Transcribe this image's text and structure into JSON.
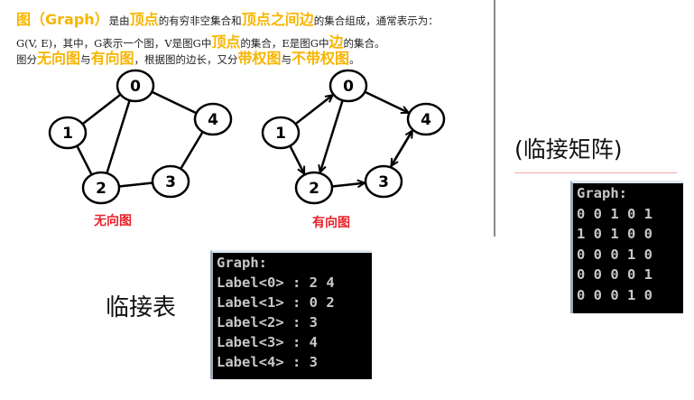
{
  "intro": {
    "line1": [
      {
        "t": "图（Graph）",
        "h": true
      },
      {
        "t": "是由",
        "h": false
      },
      {
        "t": "顶点",
        "h": true
      },
      {
        "t": "的有穷非空集合和",
        "h": false
      },
      {
        "t": "顶点之间边",
        "h": true
      },
      {
        "t": "的集合组成，通常表示为：",
        "h": false
      }
    ],
    "line2": [
      {
        "t": "G(V, E)，其中，G表示一个图，V是图G中",
        "h": false
      },
      {
        "t": "顶点",
        "h": true
      },
      {
        "t": "的集合，E是图G中",
        "h": false
      },
      {
        "t": "边",
        "h": true
      },
      {
        "t": "的集合。",
        "h": false
      }
    ],
    "line3": [
      {
        "t": "图分",
        "h": false
      },
      {
        "t": "无向图",
        "h": true
      },
      {
        "t": "与",
        "h": false
      },
      {
        "t": "有向图",
        "h": true
      },
      {
        "t": "，根据图的边长，又分",
        "h": false
      },
      {
        "t": "带权图",
        "h": true
      },
      {
        "t": "与",
        "h": false
      },
      {
        "t": "不带权图",
        "h": true
      },
      {
        "t": "。",
        "h": false
      }
    ]
  },
  "undirected": {
    "caption": "无向图",
    "nodes": [
      "0",
      "1",
      "2",
      "3",
      "4"
    ],
    "edges": [
      [
        0,
        1
      ],
      [
        0,
        2
      ],
      [
        0,
        4
      ],
      [
        1,
        2
      ],
      [
        2,
        3
      ],
      [
        3,
        4
      ]
    ]
  },
  "directed": {
    "caption": "有向图",
    "nodes": [
      "0",
      "1",
      "2",
      "3",
      "4"
    ],
    "edges": [
      [
        1,
        0
      ],
      [
        1,
        2
      ],
      [
        0,
        2
      ],
      [
        0,
        4
      ],
      [
        2,
        3
      ],
      [
        3,
        4
      ],
      [
        4,
        3
      ]
    ]
  },
  "adj_matrix": {
    "title": "(临接矩阵)",
    "header": "Graph:",
    "rows": [
      "0 0 1 0 1",
      "1 0 1 0 0",
      "0 0 0 1 0",
      "0 0 0 0 1",
      "0 0 0 1 0"
    ]
  },
  "adj_list": {
    "title": "临接表",
    "header": "Graph:",
    "rows": [
      "Label<0> : 2 4",
      "Label<1> : 0 2",
      "Label<2> : 3",
      "Label<3> : 4",
      "Label<4> : 3"
    ]
  },
  "colors": {
    "highlight": "#f7b500",
    "caption": "#e8202a",
    "terminal_bg": "#000000"
  }
}
